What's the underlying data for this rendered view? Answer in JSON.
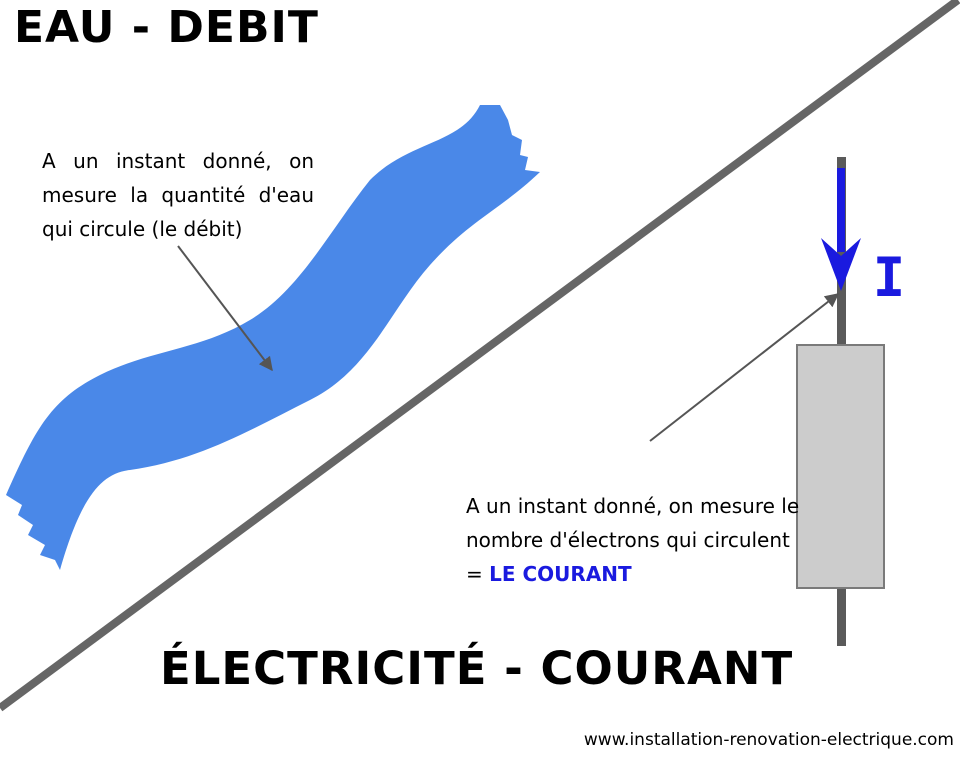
{
  "diagram": {
    "title_water": "EAU - DEBIT",
    "title_electricity": "ÉLECTRICITÉ - COURANT",
    "note_water": "A un instant donné, on mesure la quantité d'eau qui circule (le débit)",
    "note_electricity_lead": "A un instant donné, on mesure le nombre  d'électrons qui circulent = ",
    "note_electricity_highlight": "LE COURANT",
    "current_symbol": "I",
    "website": "www.installation-renovation-electrique.com"
  },
  "colors": {
    "water": "#4a88e8",
    "current": "#1a1adf",
    "divider": "#666666",
    "wire": "#5a5a5a",
    "resistor_fill": "#cccccc",
    "resistor_stroke": "#7a7a7a",
    "pointer_line": "#555555"
  },
  "icons": [
    "water-stream-icon",
    "current-arrow-icon",
    "resistor-icon",
    "pointer-arrow-icon"
  ]
}
